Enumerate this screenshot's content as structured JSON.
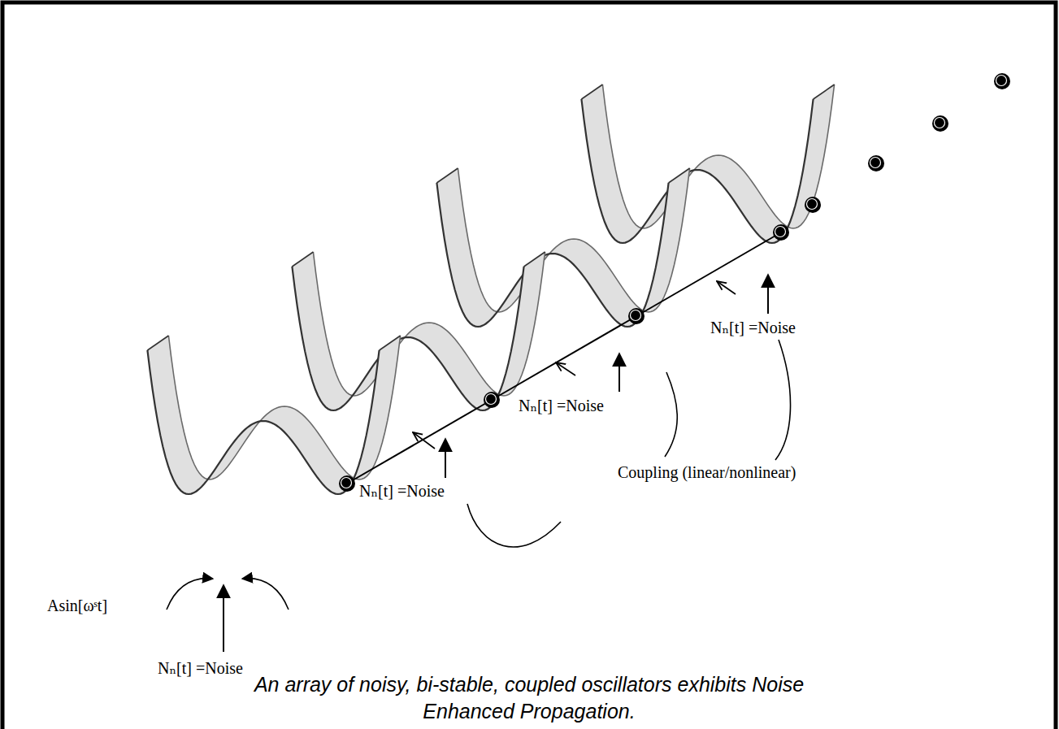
{
  "diagram": {
    "caption": "An array of noisy, bi-stable, coupled oscillators exhibits Noise Enhanced Propagation.",
    "labels": [
      "Asin[ωˢt]",
      "Nₙ[t] =Noise",
      "Nₙ[t] =Noise",
      "Nₙ[t] =Noise",
      "Nₙ[t] =Noise",
      "Coupling (linear/nonlinear)"
    ]
  }
}
